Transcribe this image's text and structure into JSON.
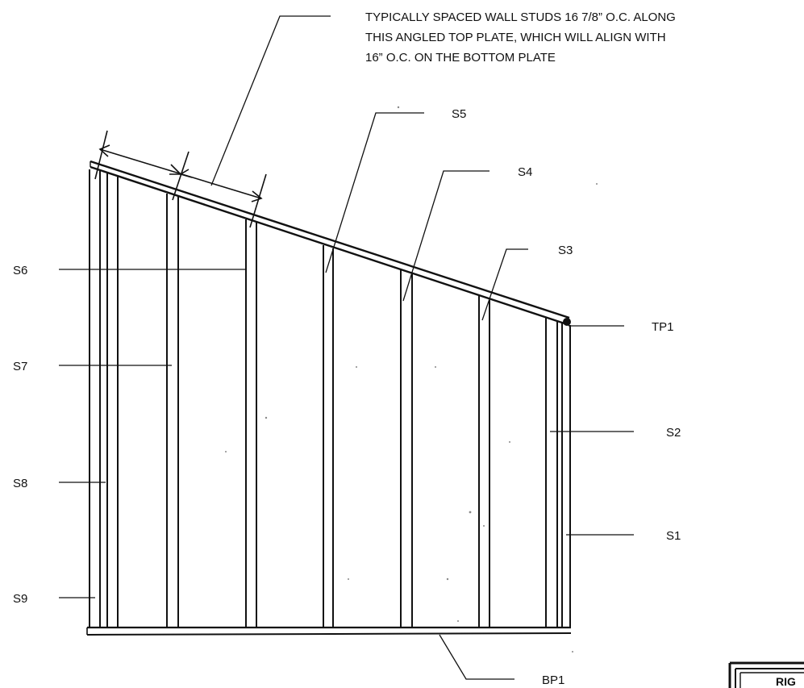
{
  "note": {
    "lines": [
      "TYPICALLY SPACED WALL STUDS 16 7/8” O.C. ALONG",
      "THIS ANGLED TOP PLATE, WHICH WILL ALIGN WITH",
      "16” O.C. ON THE BOTTOM PLATE"
    ]
  },
  "labels": {
    "s1": "S1",
    "s2": "S2",
    "s3": "S3",
    "s4": "S4",
    "s5": "S5",
    "s6": "S6",
    "s7": "S7",
    "s8": "S8",
    "s9": "S9",
    "tp1": "TP1",
    "bp1": "BP1"
  },
  "stamp": {
    "text": "RIG"
  },
  "colors": {
    "ink": "#111111",
    "paper": "#ffffff"
  }
}
